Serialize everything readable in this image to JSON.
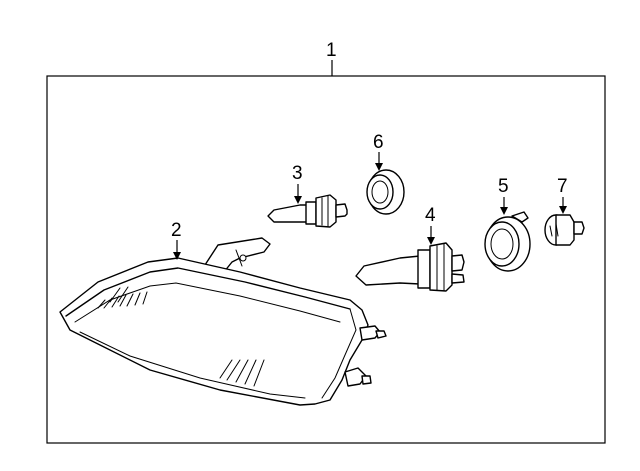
{
  "diagram": {
    "callouts": [
      {
        "id": "1",
        "label": "1"
      },
      {
        "id": "2",
        "label": "2"
      },
      {
        "id": "3",
        "label": "3"
      },
      {
        "id": "4",
        "label": "4"
      },
      {
        "id": "5",
        "label": "5"
      },
      {
        "id": "6",
        "label": "6"
      },
      {
        "id": "7",
        "label": "7"
      }
    ],
    "parts": [
      {
        "callout": "1",
        "icon": "headlamp-assembly-frame"
      },
      {
        "callout": "2",
        "icon": "headlamp-housing-icon"
      },
      {
        "callout": "3",
        "icon": "small-bulb-icon"
      },
      {
        "callout": "4",
        "icon": "large-bulb-icon"
      },
      {
        "callout": "5",
        "icon": "large-socket-ring-icon"
      },
      {
        "callout": "6",
        "icon": "seal-ring-icon"
      },
      {
        "callout": "7",
        "icon": "small-socket-icon"
      }
    ],
    "colors": {
      "line": "#000000",
      "background": "#ffffff"
    }
  }
}
